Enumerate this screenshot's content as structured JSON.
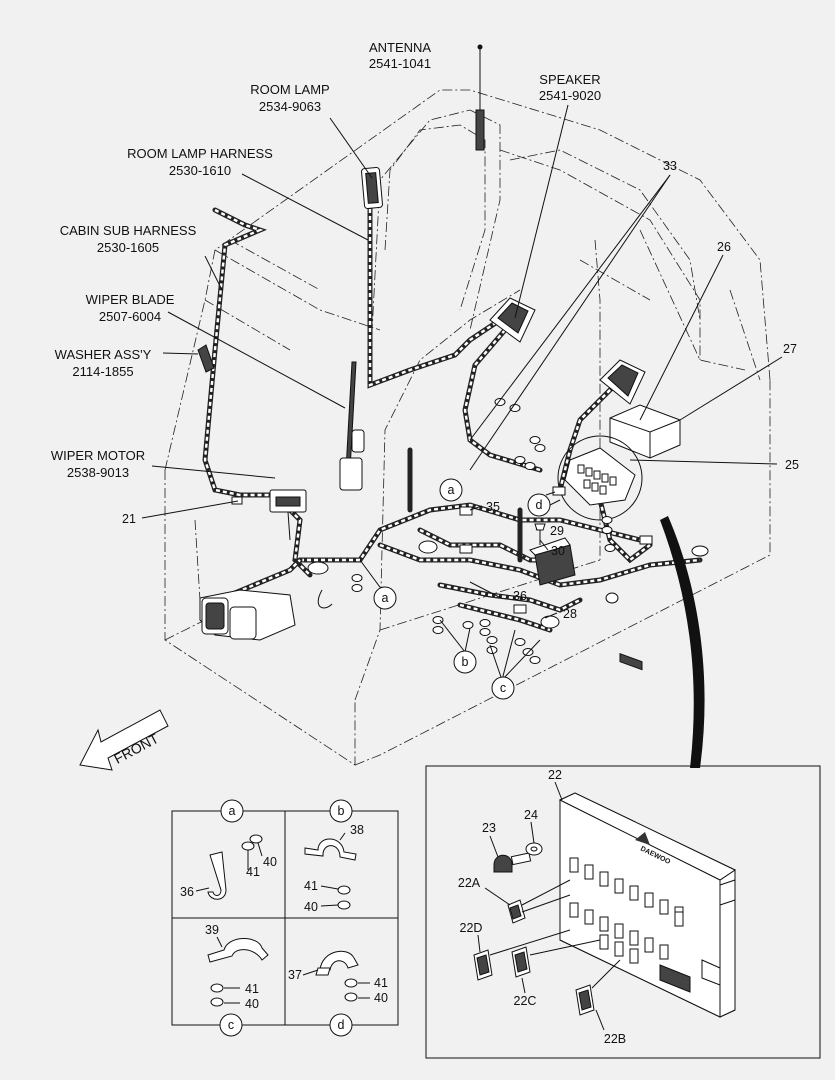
{
  "callouts": {
    "antenna": {
      "name": "ANTENNA",
      "code": "2541-1041"
    },
    "room_lamp": {
      "name": "ROOM LAMP",
      "code": "2534-9063"
    },
    "speaker": {
      "name": "SPEAKER",
      "code": "2541-9020"
    },
    "room_lamp_harness": {
      "name": "ROOM LAMP HARNESS",
      "code": "2530-1610"
    },
    "cabin_sub_harness": {
      "name": "CABIN SUB HARNESS",
      "code": "2530-1605"
    },
    "wiper_blade": {
      "name": "WIPER BLADE",
      "code": "2507-6004"
    },
    "washer_assy": {
      "name": "WASHER ASS'Y",
      "code": "2114-1855"
    },
    "wiper_motor": {
      "name": "WIPER MOTOR",
      "code": "2538-9013"
    }
  },
  "numbers": {
    "n33": "33",
    "n26": "26",
    "n27": "27",
    "n25": "25",
    "n21": "21",
    "n35": "35",
    "n29": "29",
    "n30": "30",
    "n36": "36",
    "n28": "28"
  },
  "letters": {
    "a": "a",
    "b": "b",
    "c": "c",
    "d": "d"
  },
  "front_label": "FRONT",
  "detail_panel": {
    "a": {
      "letter": "a",
      "parts": [
        "36",
        "41",
        "40"
      ]
    },
    "b": {
      "letter": "b",
      "parts": [
        "38",
        "41",
        "40"
      ]
    },
    "c": {
      "letter": "c",
      "parts": [
        "39",
        "41",
        "40"
      ]
    },
    "d": {
      "letter": "d",
      "parts": [
        "37",
        "41",
        "40"
      ]
    }
  },
  "fuse_box": {
    "main": "22",
    "screw": "23",
    "washer": "24",
    "fuses": [
      "22A",
      "22D",
      "22C",
      "22B"
    ],
    "brand": "DAEWOO"
  }
}
